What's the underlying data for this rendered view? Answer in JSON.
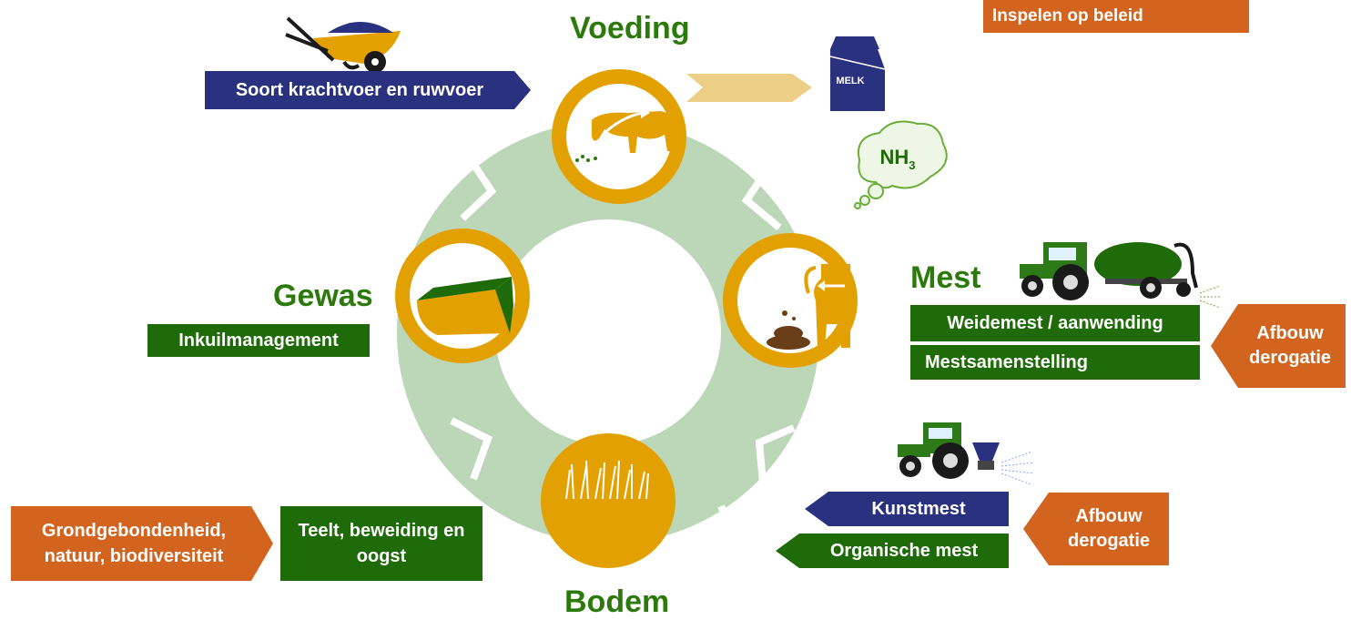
{
  "colors": {
    "ring": "#bcd6b8",
    "node": "#e2a100",
    "green_box": "#1f6b09",
    "navy_box": "#2a3280",
    "orange_box": "#d2641f",
    "title_green": "#2b7a0b"
  },
  "nodes": {
    "voeding": {
      "title": "Voeding",
      "icon": "cow-eating-icon"
    },
    "mest": {
      "title": "Mest",
      "icon": "cow-manure-icon"
    },
    "bodem": {
      "title": "Bodem",
      "icon": "grass-icon"
    },
    "gewas": {
      "title": "Gewas",
      "icon": "silage-icon"
    }
  },
  "labels": {
    "soort_krachtvoer": "Soort krachtvoer en ruwvoer",
    "inspelen_beleid": "Inspelen op beleid",
    "inkuilmanagement": "Inkuilmanagement",
    "weidemest": "Weidemest / aanwending",
    "mestsamenstelling": "Mestsamenstelling",
    "afbouw_derogatie_1": "Afbouw derogatie",
    "kunstmest": "Kunstmest",
    "organische_mest": "Organische mest",
    "afbouw_derogatie_2": "Afbouw derogatie",
    "teelt": "Teelt, beweiding en oogst",
    "grondgebondenheid": "Grondgebondenheid, natuur, biodiversiteit"
  },
  "icons": {
    "milk_text": "MELK",
    "nh3_main": "NH",
    "nh3_sub": "3",
    "wheelbarrow": "wheelbarrow-icon",
    "tractor_tank": "tractor-tank-icon",
    "tractor_spreader": "tractor-spreader-icon"
  }
}
